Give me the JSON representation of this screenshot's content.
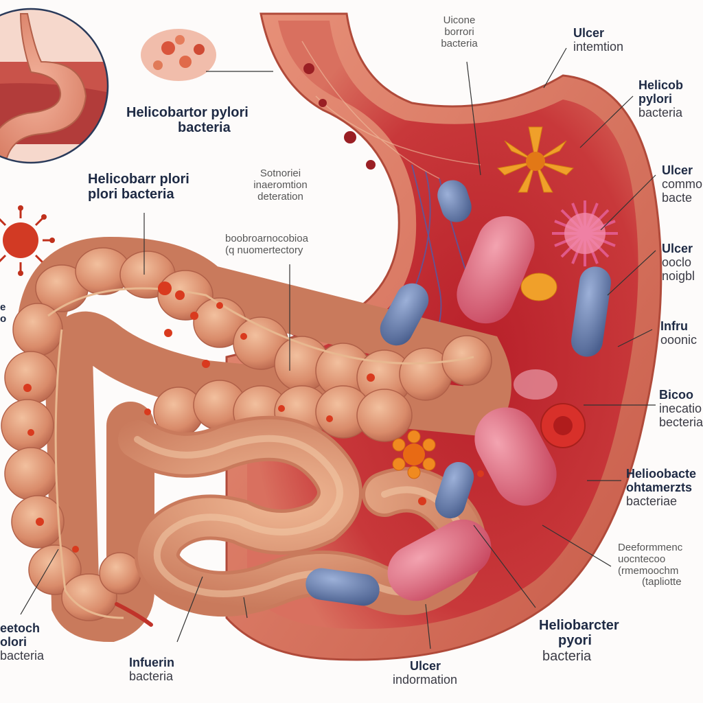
{
  "labels": {
    "inset_caption": [
      "Helicobartor pylori",
      "bacteria"
    ],
    "left_label": [
      "Helicobarr plori",
      "plori bacteria"
    ],
    "center_upper": [
      "Sotnoriei",
      "inaeromtion",
      "deteration"
    ],
    "center_mid": [
      "boobroarnocobioa",
      "(q nuomertectory"
    ],
    "top_center": [
      "Uicone",
      "borrori",
      "bacteria"
    ],
    "top_right_ulcer": [
      "Ulcer",
      "intemtion"
    ],
    "right_1": [
      "Helicob",
      "pylori",
      "bacteria"
    ],
    "right_2": [
      "Ulcer",
      "commo",
      "bacte"
    ],
    "right_3": [
      "Ulcer",
      "ooclo",
      "noigbl"
    ],
    "right_4": [
      "Infru",
      "ooonic"
    ],
    "right_5": [
      "Bicoo",
      "inecatio",
      "becteria"
    ],
    "right_6": [
      "Helioobacte",
      "ohtamerzts",
      "bacteriae"
    ],
    "right_7": [
      "Deeformmenc",
      "uocntecoo",
      "(rmemoochm",
      "(tapliotte"
    ],
    "bottom_right": [
      "Heliobarcter",
      "pyori",
      "bacteria"
    ],
    "bottom_center": [
      "Ulcer",
      "indormation"
    ],
    "bottom_left": [
      "Infuerin",
      "bacteria"
    ],
    "far_left_bottom": [
      "eetoch",
      "olori",
      "bacteria"
    ],
    "far_left_mid": [
      "e",
      "o"
    ]
  }
}
